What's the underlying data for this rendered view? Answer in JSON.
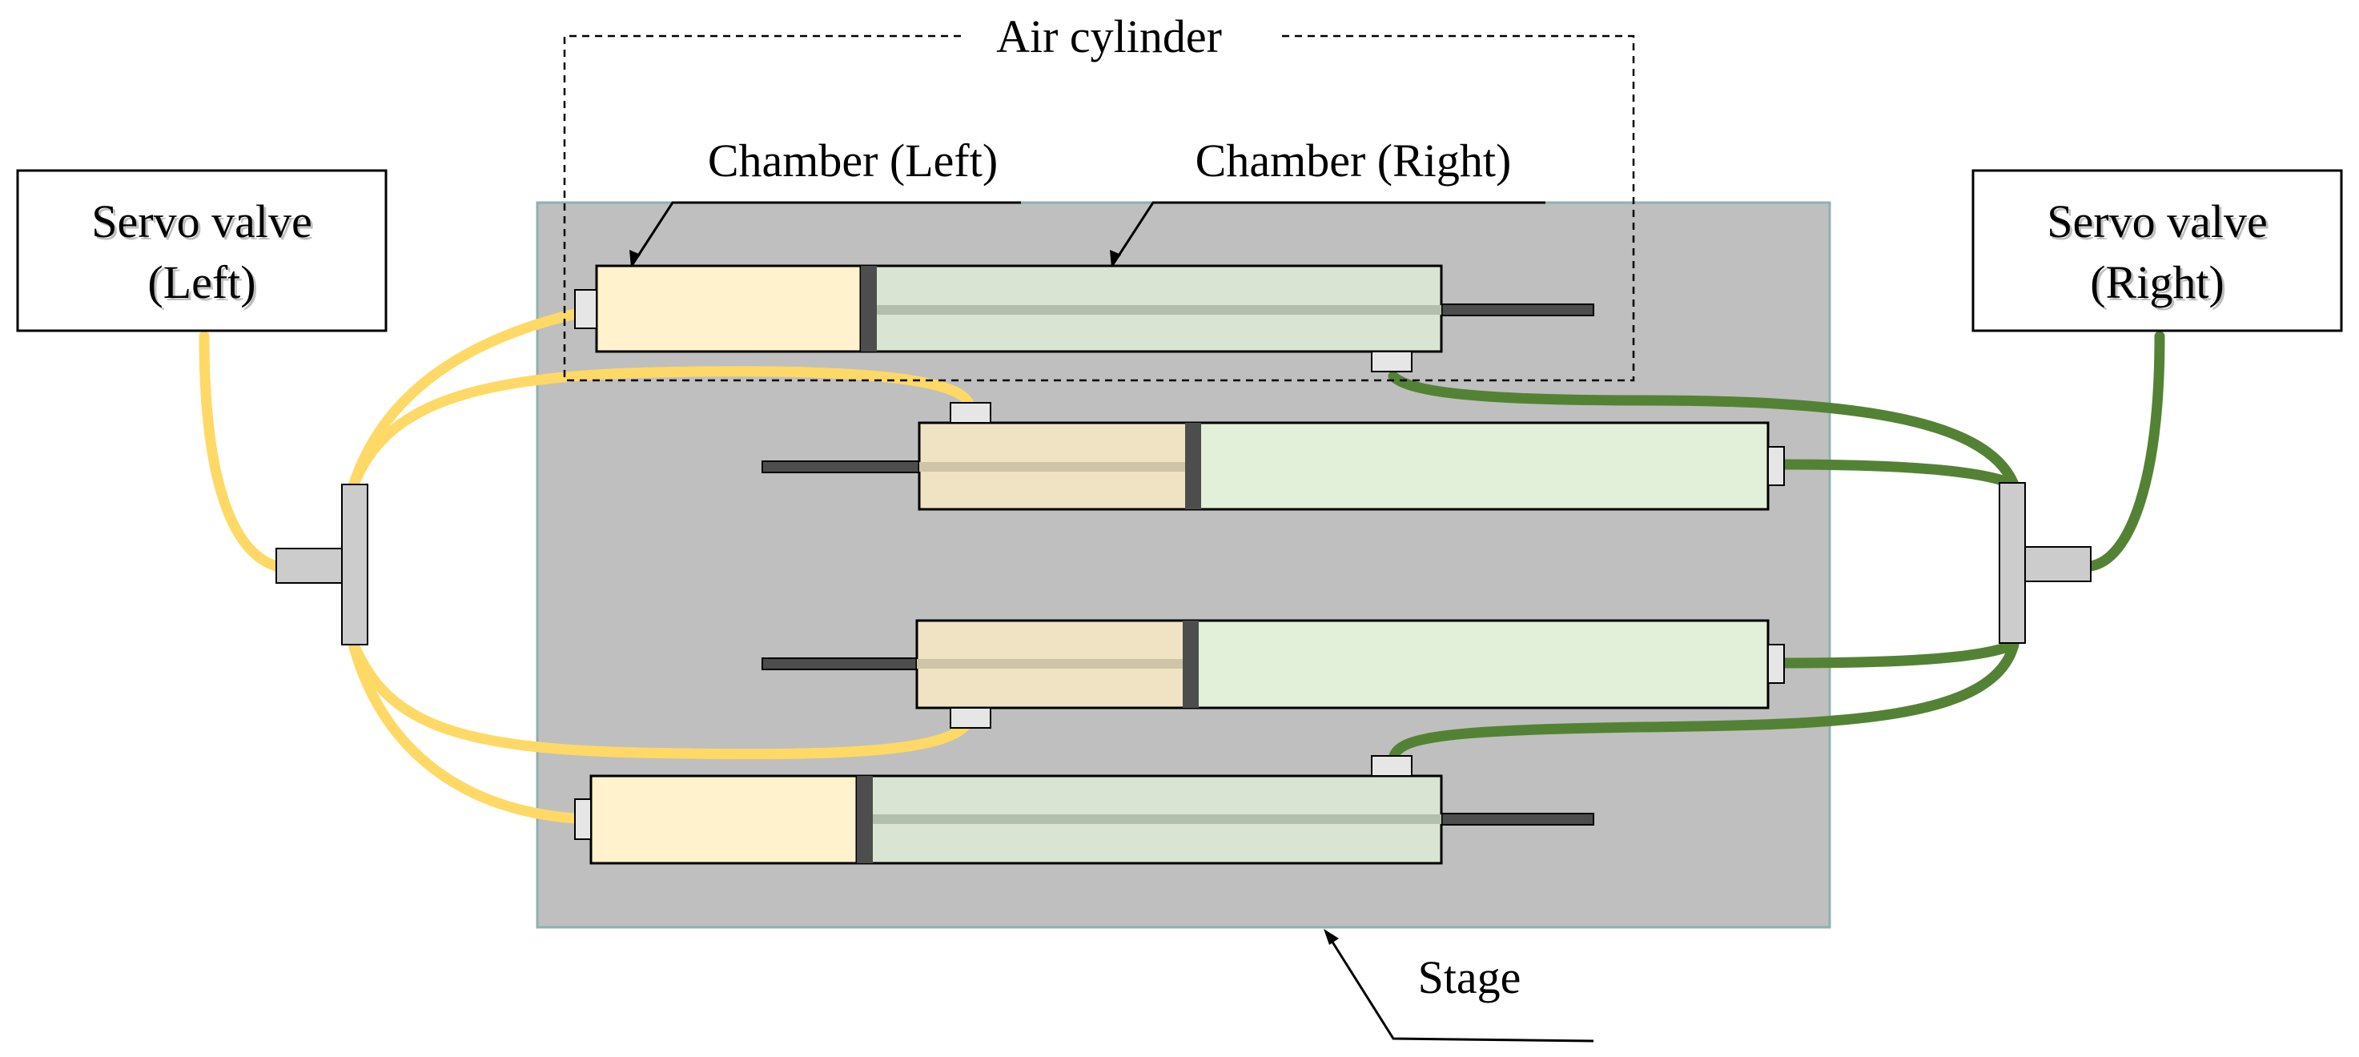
{
  "labels": {
    "air_cylinder": "Air cylinder",
    "chamber_left": "Chamber (Left)",
    "chamber_right": "Chamber (Right)",
    "servo_left_line1": "Servo valve",
    "servo_left_line2": "(Left)",
    "servo_right_line1": "Servo valve",
    "servo_right_line2": "(Right)",
    "stage": "Stage"
  },
  "colors": {
    "stage": "#bfbfbf",
    "stage_border": "#8fb0b0",
    "chamber_left_fill": "#fff2cc",
    "chamber_left_fill_muted": "#efe3c4",
    "chamber_right_fill": "#e2efd9",
    "chamber_right_fill_muted": "#d9e4d2",
    "piston": "#4d4d4d",
    "rod": "#4d4d4d",
    "tube_left": "#ffd966",
    "tube_right": "#548235",
    "manifold": "#cccccc",
    "port": "#e6e6e6"
  }
}
